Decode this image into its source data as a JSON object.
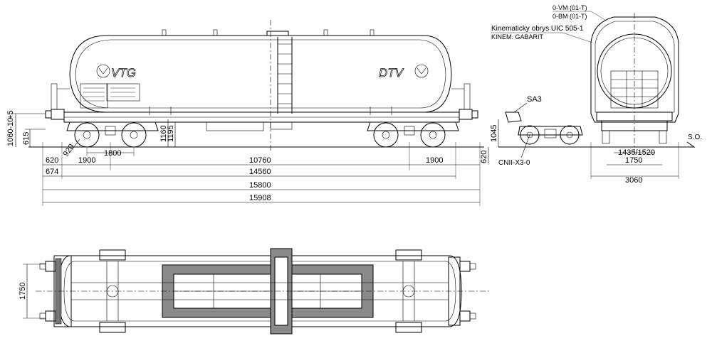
{
  "dimensions": {
    "d_1060": "1060-10",
    "d_plus5": "+5",
    "d_615": "615",
    "d_1160": "1160",
    "d_1195": "1195",
    "d_920": "920",
    "d_1800": "1800",
    "d_620": "620",
    "d_1900_left": "1900",
    "d_10760": "10760",
    "d_1900_right": "1900",
    "d_674": "674",
    "d_14560": "14560",
    "d_15800": "15800",
    "d_15908": "15908",
    "d_1045": "1045",
    "d_620_right": "620",
    "d_1435": "1435/1520",
    "d_1750_end": "1750",
    "d_3060": "3060",
    "d_1750_plan": "1750"
  },
  "labels": {
    "logo_left": "VTG",
    "logo_right": "DTV",
    "sa3": "SA3",
    "cnii": "CNII-X3-0",
    "profile_line1": "Kinematicky obrys UIC 505-1",
    "profile_line2": "KINEM. GABARIT",
    "gauge_top1": "0-VM (01-T)",
    "gauge_top2": "0-BM (01-T)",
    "so": "S.O."
  }
}
